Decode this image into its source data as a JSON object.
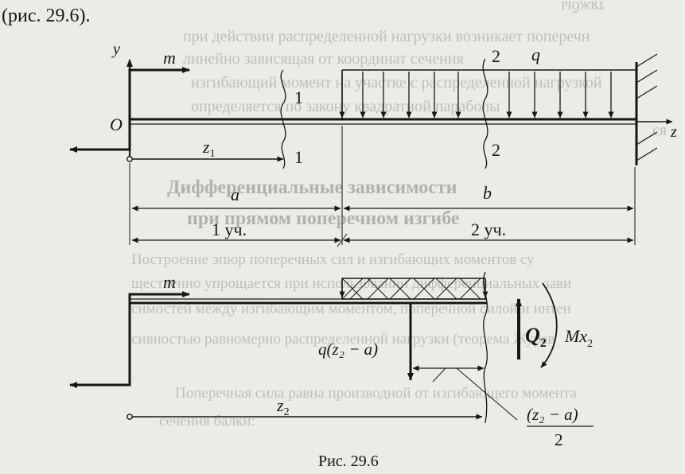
{
  "top_ref": "(рис. 29.6).",
  "caption": "Рис.  29.6",
  "bleed_lines": [
    "тяжбы",
    "при действии распределенной нагрузки возникает поперечн",
    "линейно зависящая от координат сечения",
    "изгибающий момент на участке с распределенной нагрузкой",
    "определяется по закону квадратной параболы",
    "ся",
    "Дифференциальные зависимости",
    "при прямом поперечном изгибе",
    "Построение эпюр поперечных сил и изгибающих моментов су",
    "щественно упрощается при использовании дифференциальных зави",
    "симостей между изгибающим моментом, поперечной силой и интен",
    "сивностью равномерно распределенной нагрузки (теорема Журав",
    "Поперечная сила равна производной от изгибающего момента",
    "сечения балки:"
  ],
  "labels": {
    "y": "y",
    "m_top": "m",
    "o": "O",
    "sec1_top": "1",
    "sec1_bot": "1",
    "z1": "z",
    "z1_sub": "1",
    "sec2_top": "2",
    "sec2_bot": "2",
    "q": "q",
    "z": "z",
    "a": "a",
    "b": "b",
    "uch1": "1 уч.",
    "uch2": "2 уч.",
    "m_bot": "m",
    "load_resultant": "q(z₂ − a)",
    "Q2": "Q",
    "Q2_sub": "2",
    "Mx2": "Mx",
    "Mx2_sub": "2",
    "z2": "z",
    "z2_sub": "2",
    "frac_num": "(z₂ − a)",
    "frac_den": "2"
  }
}
